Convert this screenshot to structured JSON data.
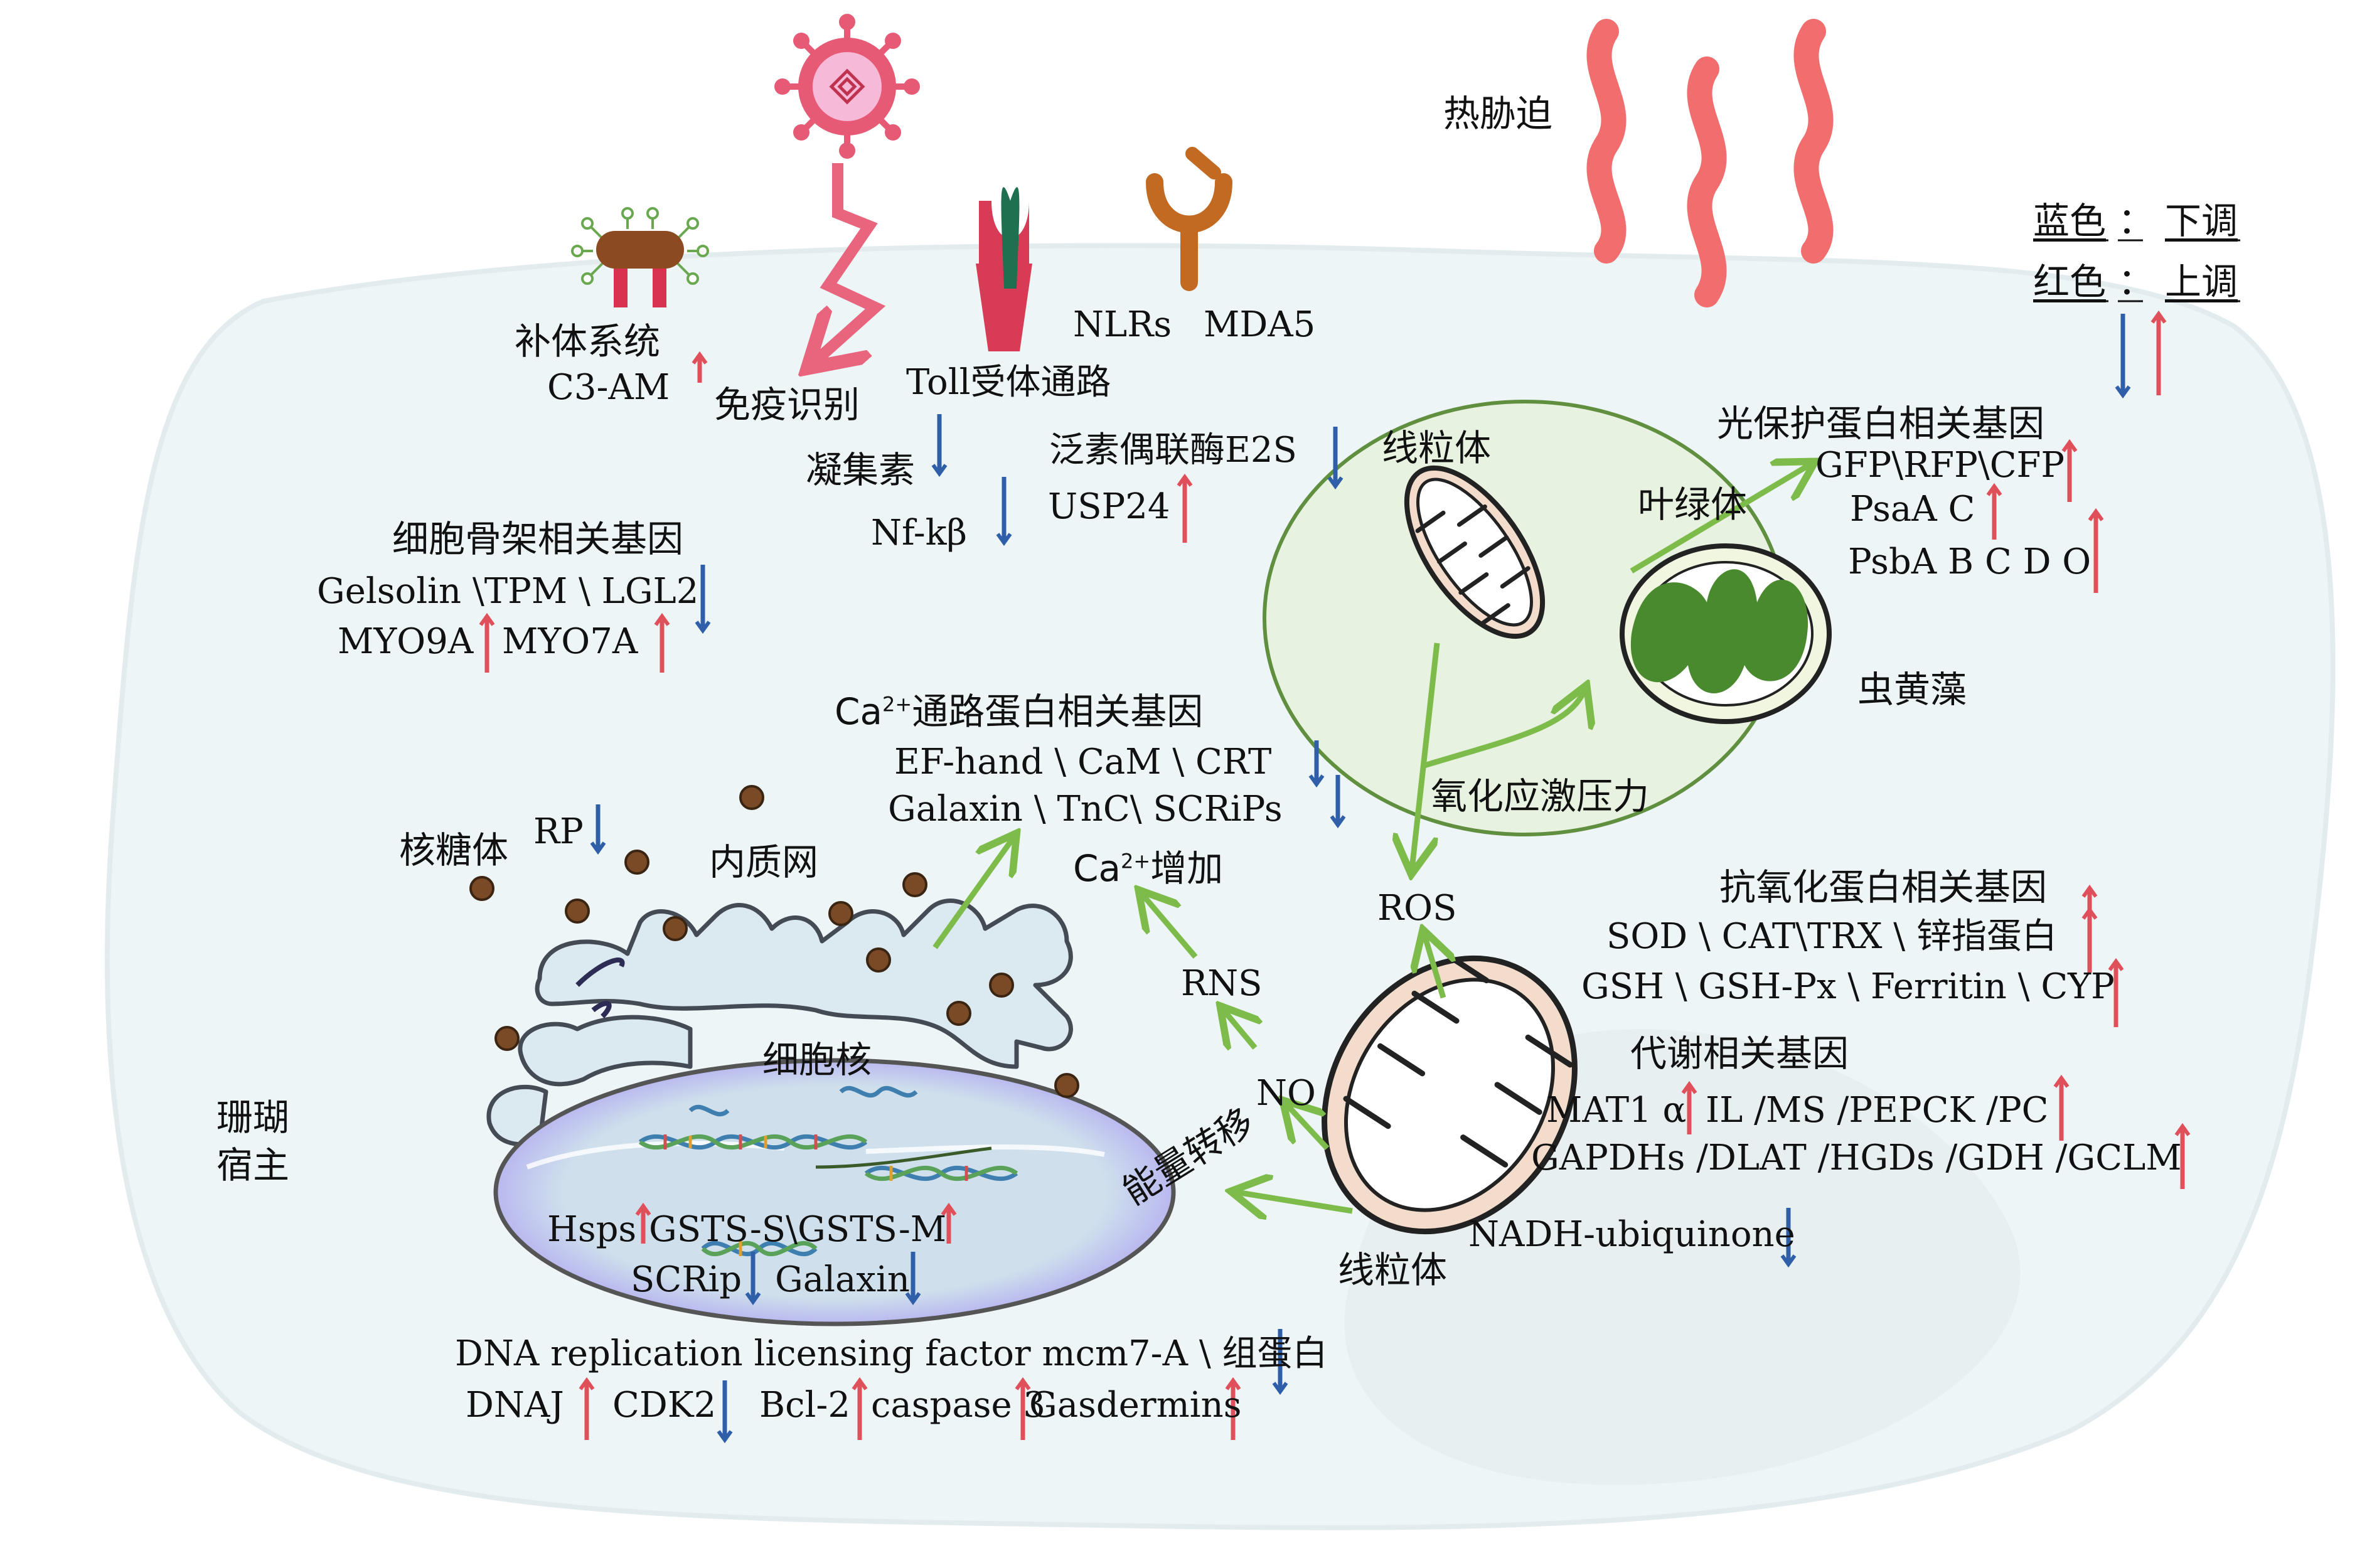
{
  "title": "",
  "legend": {
    "blue_label": "蓝色",
    "blue_meaning": "下调",
    "red_label": "红色",
    "red_meaning": "上调",
    "colon": "："
  },
  "colors": {
    "down_arrow": "#2f5fa8",
    "up_arrow": "#e0505a",
    "green_arrow": "#7dbb4a",
    "cell_fill": "#eef5f7",
    "zoox_fill": "#e8f2e0",
    "zoox_stroke": "#5f8f3f",
    "mito_fill": "#f3dccb",
    "er_fill": "#dbe9f1",
    "er_stroke": "#444b55",
    "nucleus_fill": "#cfe0ec",
    "heat_wave": "#f26e6e",
    "virus_fill": "#e65a75",
    "ribosome": "#7a4a27",
    "brown_receptor": "#c26a22",
    "toll_green": "#1f7050",
    "toll_red": "#d83b55"
  },
  "labels": {
    "heat_stress": "热胁迫",
    "complement_system": "补体系统",
    "c3am": "C3-AM",
    "immune_recognition": "免疫识别",
    "toll_pathway": "Toll受体通路",
    "nlrs": "NLRs",
    "mda5": "MDA5",
    "lectin": "凝集素",
    "nfkb": "Nf-kβ",
    "ubiquitin_e2s": "泛素偶联酶E2S",
    "usp24": "USP24",
    "mito_top": "线粒体",
    "chloroplast": "叶绿体",
    "photoprotection_title": "光保护蛋白相关基因",
    "gfp": "GFP\\RFP\\CFP",
    "psaa": "PsaA C",
    "psba": "PsbA B C D O",
    "zooxanthellae": "虫黄藻",
    "oxidative_stress": "氧化应激压力",
    "cytoskeleton_title": "细胞骨架相关基因",
    "gelsolin": "Gelsolin \\TPM \\ LGL2",
    "myo9a": "MYO9A",
    "myo7a": "MYO7A",
    "ca_title_pre": "Ca",
    "ca_sup": "2+",
    "ca_title_post": "通路蛋白相关基因",
    "efhand": "EF-hand \\ CaM \\ CRT",
    "galaxin_tnc": "Galaxin \\ TnC\\ SCRiPs",
    "ca_increase_pre": "Ca",
    "ca_increase_post": "增加",
    "ribosome": "核糖体",
    "rp": "RP",
    "er": "内质网",
    "nucleus": "细胞核",
    "coral_host_1": "珊瑚",
    "coral_host_2": "宿主",
    "hsps": "Hsps",
    "gsts": "GSTS-S\\GSTS-M",
    "scrip": "SCRip",
    "galaxin": "Galaxin",
    "ros": "ROS",
    "rns": "RNS",
    "no": "NO",
    "energy_transfer": "能量转移",
    "mito_bottom": "线粒体",
    "nadh": "NADH-ubiquinone",
    "antioxidant_title": "抗氧化蛋白相关基因",
    "sod": "SOD \\ CAT\\TRX  \\ 锌指蛋白",
    "gsh": "GSH \\ GSH-Px \\ Ferritin \\ CYP",
    "metabolism_title": "代谢相关基因",
    "mat1": "MAT1 α",
    "il": "IL /MS /PEPCK /PC",
    "gapdh": "GAPDHs /DLAT /HGDs /GDH /GCLM",
    "dna_rep": "DNA replication licensing factor mcm7-A \\ 组蛋白",
    "dnaj": "DNAJ",
    "cdk2": "CDK2",
    "bcl2": "Bcl-2",
    "caspase": "caspase 3",
    "gasdermins": "Gasdermins"
  },
  "arrows": [
    {
      "name": "c3am",
      "dir": "up"
    },
    {
      "name": "lectin",
      "dir": "down"
    },
    {
      "name": "nfkb",
      "dir": "down"
    },
    {
      "name": "ubiquitin-e2s",
      "dir": "down"
    },
    {
      "name": "usp24",
      "dir": "up"
    },
    {
      "name": "gfp",
      "dir": "up"
    },
    {
      "name": "psaa",
      "dir": "up"
    },
    {
      "name": "psba",
      "dir": "up"
    },
    {
      "name": "gelsolin",
      "dir": "down"
    },
    {
      "name": "myo9a",
      "dir": "up"
    },
    {
      "name": "myo7a",
      "dir": "up"
    },
    {
      "name": "efhand",
      "dir": "down"
    },
    {
      "name": "galaxin-tnc",
      "dir": "down"
    },
    {
      "name": "rp",
      "dir": "down"
    },
    {
      "name": "hsps",
      "dir": "up"
    },
    {
      "name": "gsts",
      "dir": "up"
    },
    {
      "name": "scrip",
      "dir": "down"
    },
    {
      "name": "galaxin",
      "dir": "down"
    },
    {
      "name": "antioxidant",
      "dir": "up"
    },
    {
      "name": "sod",
      "dir": "up"
    },
    {
      "name": "gsh",
      "dir": "up"
    },
    {
      "name": "mat1",
      "dir": "up"
    },
    {
      "name": "il",
      "dir": "up"
    },
    {
      "name": "gapdh",
      "dir": "up"
    },
    {
      "name": "nadh",
      "dir": "down"
    },
    {
      "name": "dna-rep",
      "dir": "down"
    },
    {
      "name": "dnaj",
      "dir": "up"
    },
    {
      "name": "cdk2",
      "dir": "down"
    },
    {
      "name": "bcl2",
      "dir": "up"
    },
    {
      "name": "caspase",
      "dir": "up"
    },
    {
      "name": "gasdermins",
      "dir": "up"
    },
    {
      "name": "legend-blue",
      "dir": "down"
    },
    {
      "name": "legend-red",
      "dir": "up"
    }
  ]
}
